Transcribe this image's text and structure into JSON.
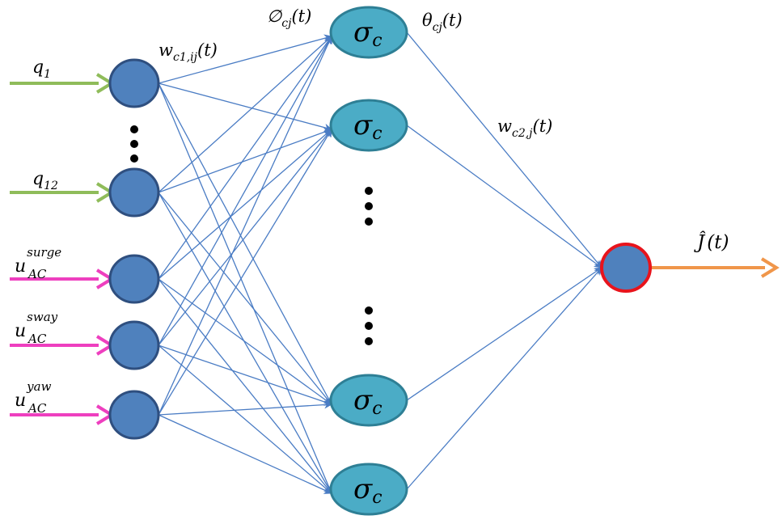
{
  "diagram": {
    "inputs": [
      {
        "base": "q",
        "sub": "1",
        "sup": ""
      },
      {
        "base": "q",
        "sub": "12",
        "sup": ""
      },
      {
        "base": "u",
        "sub": "AC",
        "sup": "surge"
      },
      {
        "base": "u",
        "sub": "AC",
        "sup": "sway"
      },
      {
        "base": "u",
        "sub": "AC",
        "sup": "yaw"
      }
    ],
    "hidden_node_label": {
      "base": "σ",
      "sub": "c"
    },
    "weight_in_label": {
      "base": "w",
      "sub": "c1,ij",
      "arg": "(t)"
    },
    "hidden_input_label": {
      "base": "∅",
      "sub": "cj",
      "arg": "(t)"
    },
    "hidden_output_label": {
      "base": "θ",
      "sub": "cj",
      "arg": "(t)"
    },
    "weight_out_label": {
      "base": "w",
      "sub": "c2,j",
      "arg": "(t)"
    },
    "output_label": {
      "base": "Ĵ",
      "arg": "(t)"
    },
    "colors": {
      "node_fill": "#4f81bd",
      "node_stroke": "#2f4f7f",
      "hidden_fill": "#4bacc6",
      "hidden_stroke": "#2e7f95",
      "output_ring": "#e8141c",
      "edge": "#4a7cc4",
      "arrow_q": "#8fbc5a",
      "arrow_u": "#ee3fbf",
      "arrow_out": "#f0964a"
    }
  }
}
